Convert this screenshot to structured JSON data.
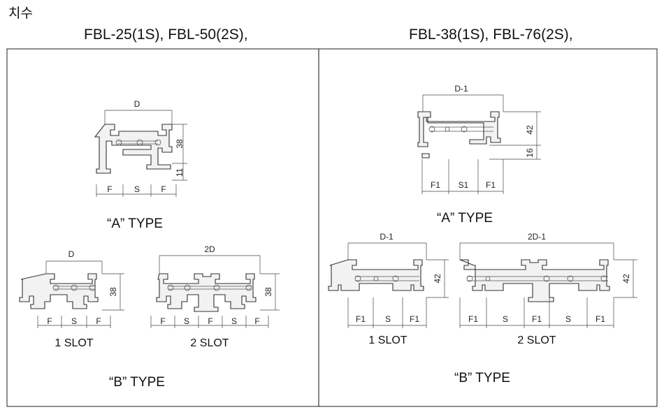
{
  "page_title": "치수",
  "panels": {
    "left": {
      "models": "FBL-25(1S), FBL-50(2S),",
      "a_type": {
        "caption": "“A” TYPE",
        "width_label": "D",
        "height_labels": [
          "38",
          "11"
        ],
        "bottom_labels": [
          "F",
          "S",
          "F"
        ]
      },
      "b_type": {
        "caption": "“B” TYPE",
        "one_slot": {
          "caption": "1 SLOT",
          "width_label": "D",
          "height_label": "38",
          "bottom_labels": [
            "F",
            "S",
            "F"
          ]
        },
        "two_slot": {
          "caption": "2 SLOT",
          "width_label": "2D",
          "height_label": "38",
          "bottom_labels": [
            "F",
            "S",
            "F",
            "S",
            "F"
          ]
        }
      }
    },
    "right": {
      "models": "FBL-38(1S), FBL-76(2S),",
      "a_type": {
        "caption": "“A” TYPE",
        "width_label": "D-1",
        "height_labels": [
          "42",
          "16"
        ],
        "bottom_labels": [
          "F1",
          "S1",
          "F1"
        ]
      },
      "b_type": {
        "caption": "“B” TYPE",
        "one_slot": {
          "caption": "1 SLOT",
          "width_label": "D-1",
          "height_label": "42",
          "bottom_labels": [
            "F1",
            "S",
            "F1"
          ]
        },
        "two_slot": {
          "caption": "2 SLOT",
          "width_label": "2D-1",
          "height_label": "42",
          "bottom_labels": [
            "F1",
            "S",
            "F1",
            "S",
            "F1"
          ]
        }
      }
    }
  }
}
